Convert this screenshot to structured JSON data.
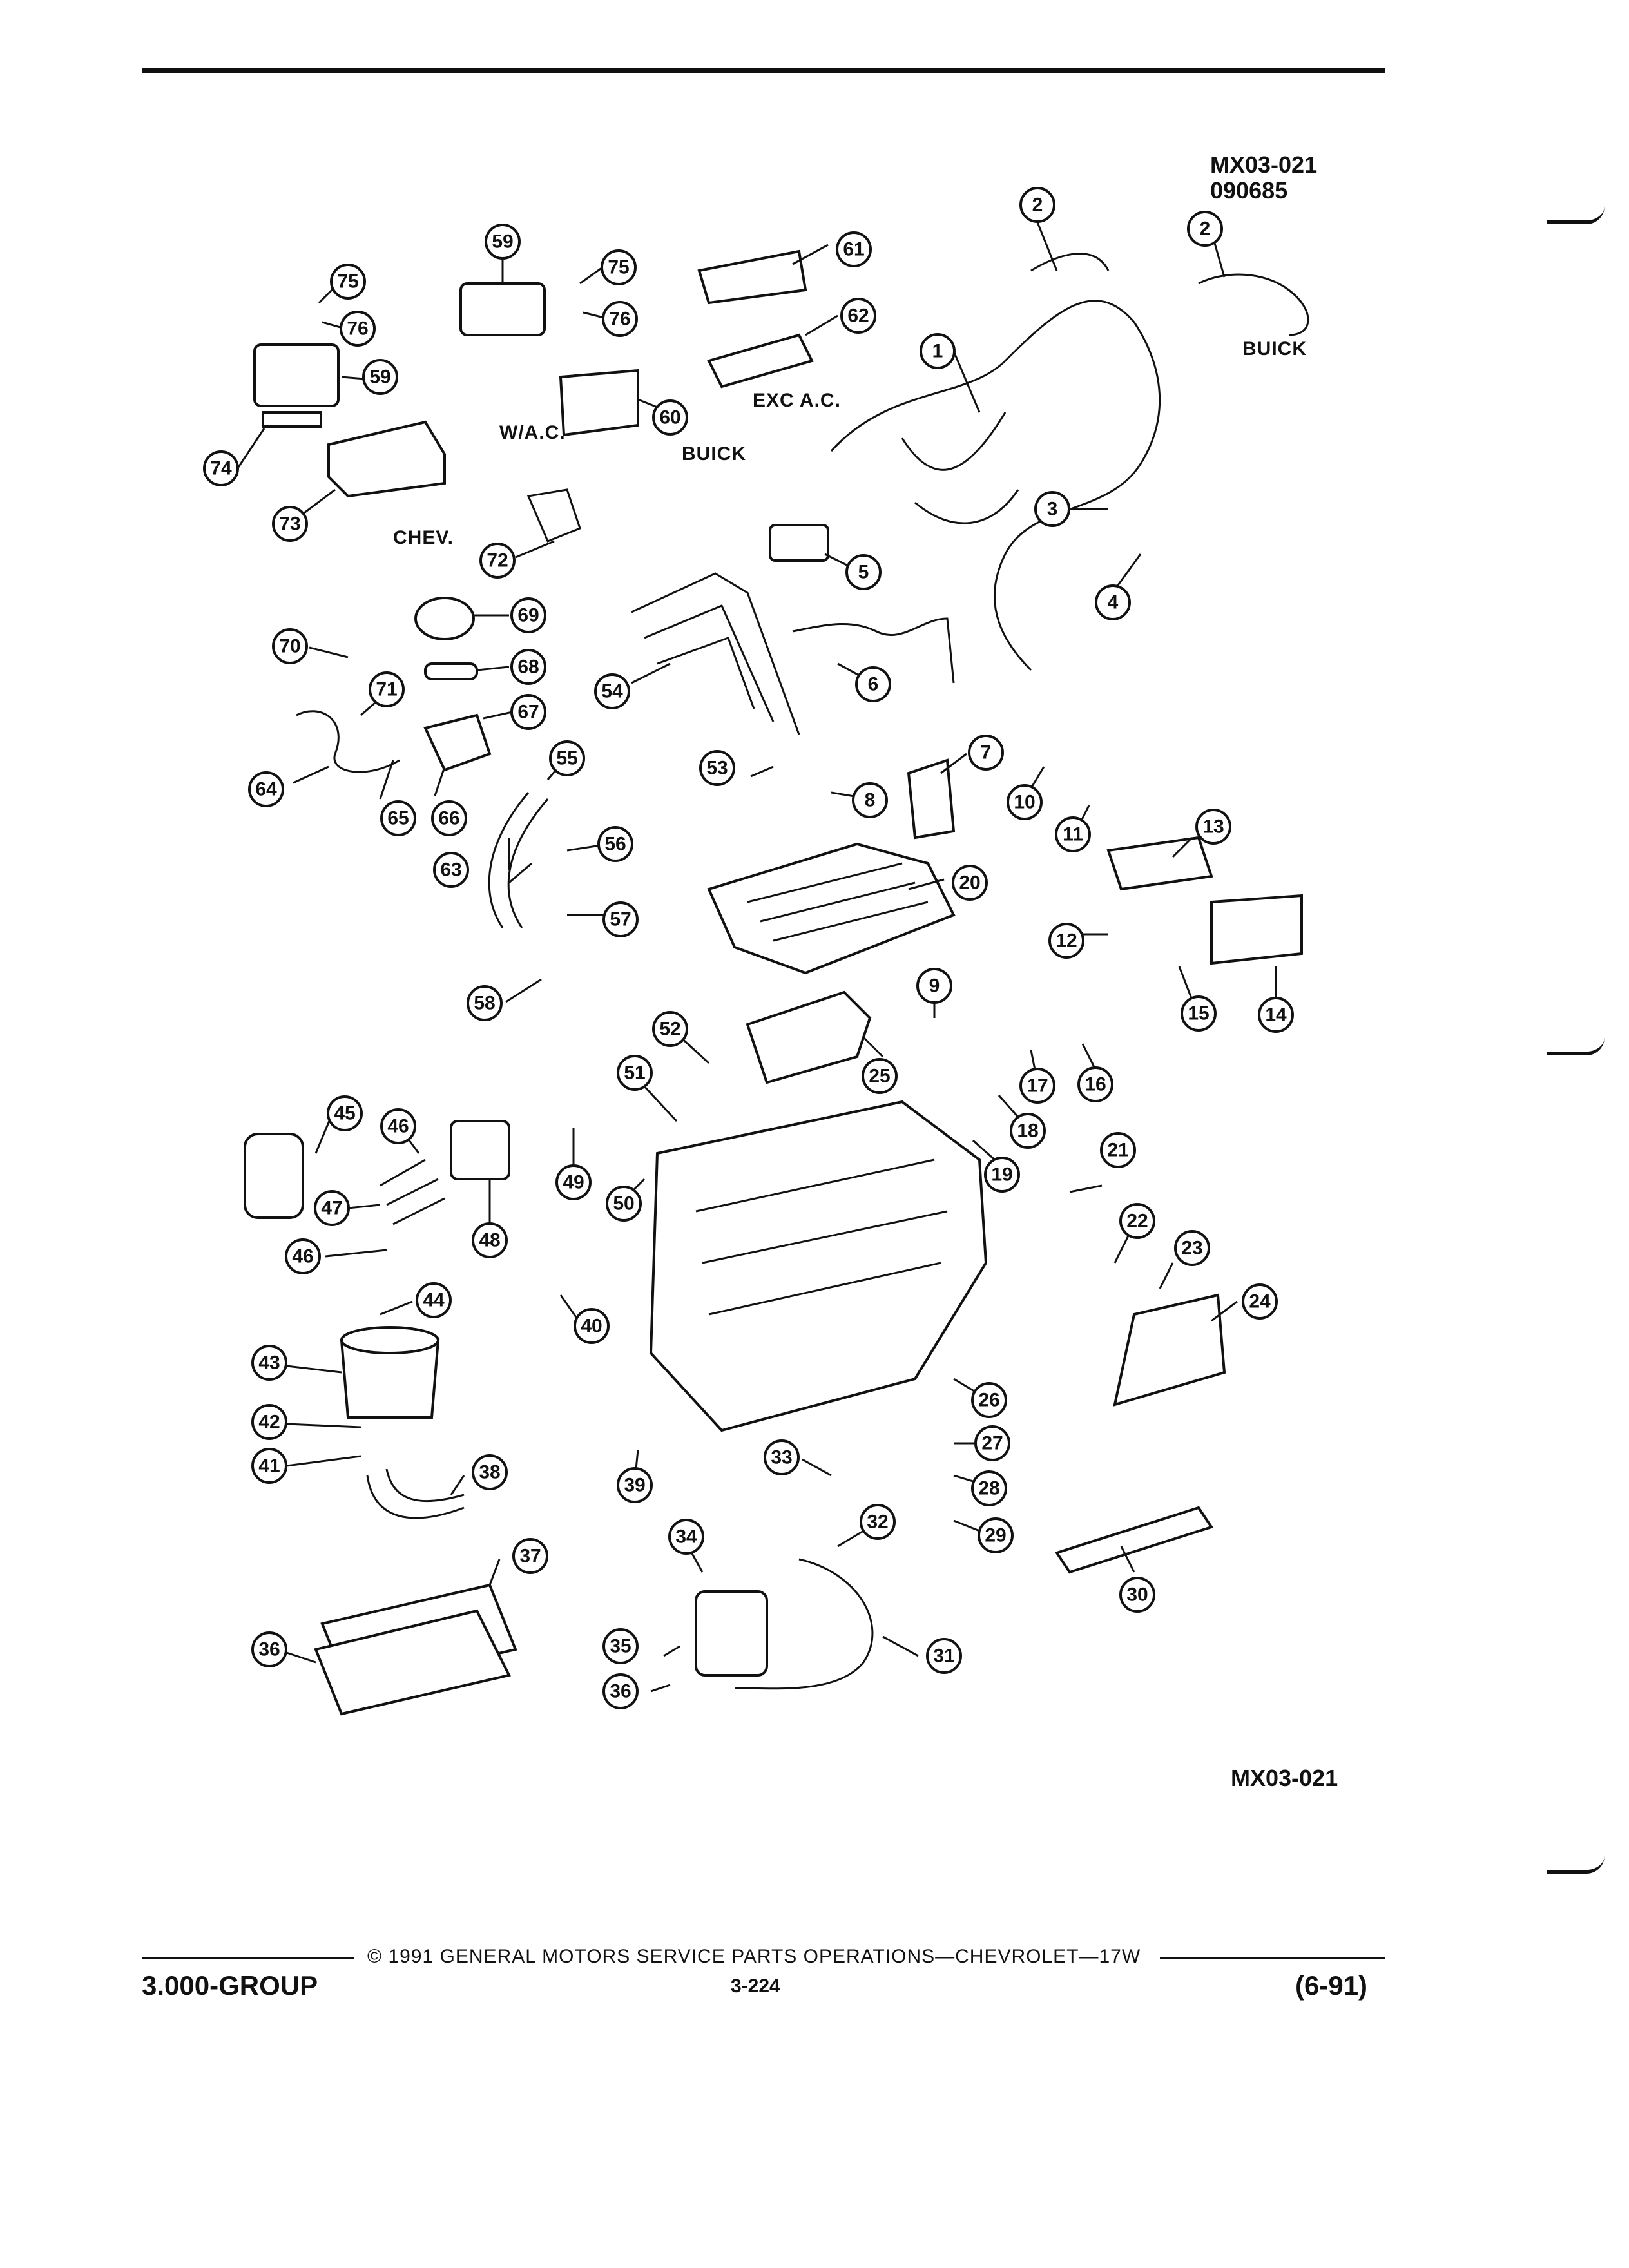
{
  "header": {
    "figure_id": "MX03-021",
    "figure_date": "090685",
    "figure_id_bottom": "MX03-021"
  },
  "region_labels": {
    "buick_harness": "BUICK",
    "exc_ac": "EXC A.C.",
    "w_ac": "W/A.C.",
    "buick_bracket": "BUICK",
    "chev": "CHEV."
  },
  "callouts": [
    "1",
    "2",
    "2",
    "3",
    "4",
    "5",
    "6",
    "7",
    "8",
    "9",
    "10",
    "11",
    "12",
    "13",
    "14",
    "15",
    "16",
    "17",
    "18",
    "19",
    "20",
    "21",
    "22",
    "23",
    "24",
    "25",
    "26",
    "27",
    "28",
    "29",
    "30",
    "31",
    "32",
    "33",
    "34",
    "35",
    "36",
    "36",
    "37",
    "38",
    "39",
    "40",
    "41",
    "42",
    "43",
    "44",
    "45",
    "46",
    "46",
    "47",
    "48",
    "49",
    "50",
    "51",
    "52",
    "53",
    "54",
    "55",
    "56",
    "57",
    "58",
    "59",
    "59",
    "60",
    "61",
    "62",
    "63",
    "64",
    "65",
    "66",
    "67",
    "68",
    "69",
    "70",
    "71",
    "72",
    "73",
    "74",
    "75",
    "75",
    "76",
    "76"
  ],
  "footer": {
    "copyright": "© 1991 GENERAL MOTORS SERVICE PARTS OPERATIONS—CHEVROLET—17W",
    "group": "3.000-GROUP",
    "page": "3-224",
    "revision": "(6-91)"
  }
}
